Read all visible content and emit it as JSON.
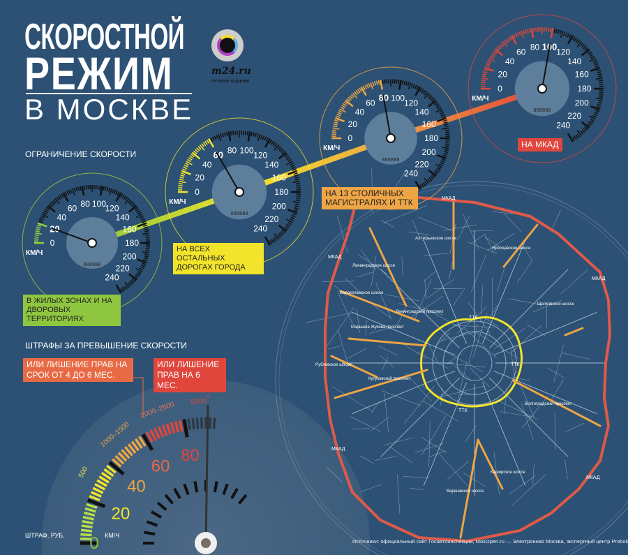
{
  "title": {
    "line1": "СКОРОСТНОЙ",
    "line2": "РЕЖИМ",
    "line3": "В МОСКВЕ"
  },
  "logo": {
    "name": "m24.ru",
    "subtitle": "сетевое издание"
  },
  "speed_limits": {
    "heading": "ОГРАНИЧЕНИЕ СКОРОСТИ",
    "unit": "КМ/Ч",
    "odometer": "888888",
    "scale": [
      0,
      20,
      40,
      60,
      80,
      100,
      120,
      140,
      160,
      180,
      200,
      220,
      240
    ],
    "gauges": [
      {
        "limit": 20,
        "color": "#9ccc3c",
        "label": "В ЖИЛЫХ ЗОНАХ И НА ДВОРОВЫХ ТЕРРИТОРИЯХ"
      },
      {
        "limit": 60,
        "color": "#f2e42a",
        "label": "НА ВСЕХ ОСТАЛЬНЫХ ДОРОГАХ ГОРОДА"
      },
      {
        "limit": 80,
        "color": "#eea545",
        "label": "НА 13 СТОЛИЧНЫХ МАГИСТРАЛЯХ И ТТК"
      },
      {
        "limit": 100,
        "color": "#e0463c",
        "label": "НА МКАД"
      }
    ]
  },
  "fines": {
    "heading": "ШТРАФЫ ЗА ПРЕВЫШЕНИЕ СКОРОСТИ",
    "note_1": "ИЛИ ЛИШЕНИЕ ПРАВ НА СРОК ОТ 4 ДО 6 МЕС.",
    "note_2": "ИЛИ ЛИШЕНИЕ ПРАВ НА 6 МЕС.",
    "fine_label": "ШТРАФ, РУБ.",
    "unit": "КМ/Ч",
    "speeds": [
      {
        "v": "0",
        "color": "#8fc63f"
      },
      {
        "v": "20",
        "color": "#f2e42a"
      },
      {
        "v": "40",
        "color": "#eea545"
      },
      {
        "v": "60",
        "color": "#e86a45"
      },
      {
        "v": "80",
        "color": "#e0463c"
      }
    ],
    "amounts": [
      {
        "v": "500",
        "color": "#d8e04a"
      },
      {
        "v": "1000–1500",
        "color": "#eea545"
      },
      {
        "v": "2000–2500",
        "color": "#e87a5a"
      },
      {
        "v": "5000",
        "color": "#e0463c"
      }
    ]
  },
  "map": {
    "labels": [
      "МКАД",
      "МКАД",
      "МКАД",
      "МКАД",
      "МКАД",
      "ТТК",
      "ТТК",
      "ТТК",
      "Алтуфьевское шоссе",
      "Ярославское шоссе",
      "Ленинградское шоссе",
      "Волоколамское шоссе",
      "Ленинградский проспект",
      "Маршала Жукова проспект",
      "Щелковское шоссе",
      "Рублевское шоссе",
      "Кутузовский проспект",
      "Волгоградский проспект",
      "Каширское шоссе",
      "Варшавское шоссе"
    ]
  },
  "source": "Источники: официальный сайт Госавтоинспекции, MosOpen.ru — Электронная Москва, экспертный центр Probok.net"
}
